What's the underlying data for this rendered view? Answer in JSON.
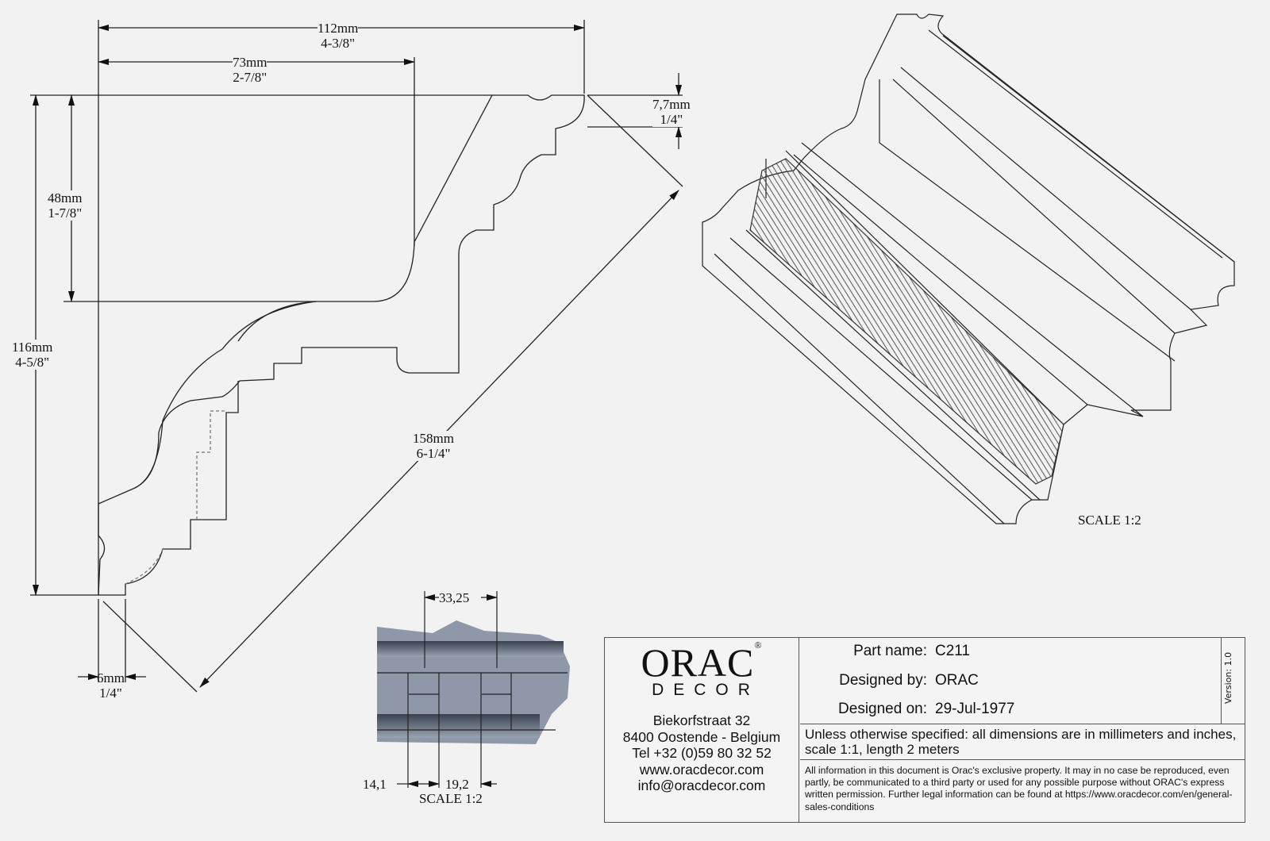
{
  "profile_dimensions": {
    "width_total": {
      "mm": "112mm",
      "inch": "4-3/8\""
    },
    "width_top": {
      "mm": "73mm",
      "inch": "2-7/8\""
    },
    "top_lip": {
      "mm": "7,7mm",
      "inch": "1/4\""
    },
    "height_upper": {
      "mm": "48mm",
      "inch": "1-7/8\""
    },
    "height_total": {
      "mm": "116mm",
      "inch": "4-5/8\""
    },
    "diagonal": {
      "mm": "158mm",
      "inch": "6-1/4\""
    },
    "bottom_lip": {
      "mm": "6mm",
      "inch": "1/4\""
    }
  },
  "detail_view": {
    "dim_top": "33,25",
    "dim_left": "14,1",
    "dim_right": "19,2",
    "scale": "SCALE  1:2"
  },
  "iso_view": {
    "scale": "SCALE  1:2"
  },
  "title_block": {
    "logo_main": "ORAC",
    "logo_reg": "®",
    "logo_sub": "DECOR",
    "address": [
      "Biekorfstraat 32",
      "8400 Oostende - Belgium",
      "Tel  +32 (0)59 80 32 52",
      "www.oracdecor.com",
      "info@oracdecor.com"
    ],
    "part_name_label": "Part name:",
    "part_name": "C211",
    "designed_by_label": "Designed by:",
    "designed_by": "ORAC",
    "designed_on_label": "Designed on:",
    "designed_on": "29-Jul-1977",
    "version": "Version: 1.0",
    "note": "Unless otherwise specified: all dimensions are in millimeters and inches, scale 1:1, length 2 meters",
    "legal": "All information in this document is Orac's exclusive property.  It may in no case be reproduced, even partly, be communicated to a third party or used for any possible purpose without ORAC's express written permission. Further legal information can be found at https://www.oracdecor.com/en/general-sales-conditions"
  }
}
